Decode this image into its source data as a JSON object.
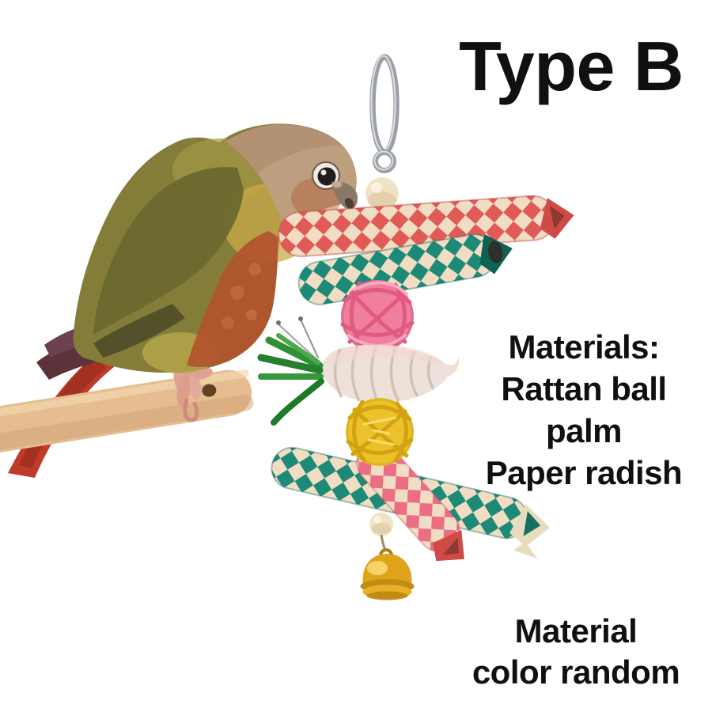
{
  "overlay": {
    "variant_label": "Type B",
    "materials": {
      "heading": "Materials:",
      "items": [
        "Rattan ball",
        "palm",
        "Paper radish"
      ]
    },
    "note_lines": [
      "Material",
      "color random"
    ],
    "text_color": "#101010"
  },
  "scene": {
    "subject": "Green cheek conure parrot perched on a wooden dowel, chewing a hanging bird chew toy",
    "toy_parts": [
      "metal clip hook",
      "ivory bead",
      "red woven paper roll",
      "teal woven paper roll",
      "pink rattan ball",
      "palm leaf shreds",
      "woven paper radish",
      "yellow rattan ball",
      "small bead",
      "gold bell"
    ],
    "colors": {
      "background": "#ffffff",
      "roll_red": "#e05a57",
      "roll_teal": "#1d8a77",
      "roll_cream": "#f1ddc3",
      "roll_pink": "#ec6e84",
      "rattan_pink": "#f07e9d",
      "rattan_yellow": "#ecc22b",
      "palm_green": "#2f9133",
      "radish_white": "#ede1da",
      "bell_gold": "#dfa41c",
      "bead_ivory": "#efe3c4",
      "perch_wood": "#e5bd90",
      "hook_metal": "#9aa0a5",
      "bird_olive": "#847d39",
      "bird_head_tan": "#bd9e7f",
      "bird_belly_rust": "#b2522e",
      "bird_tail_red": "#bf3c29"
    }
  }
}
